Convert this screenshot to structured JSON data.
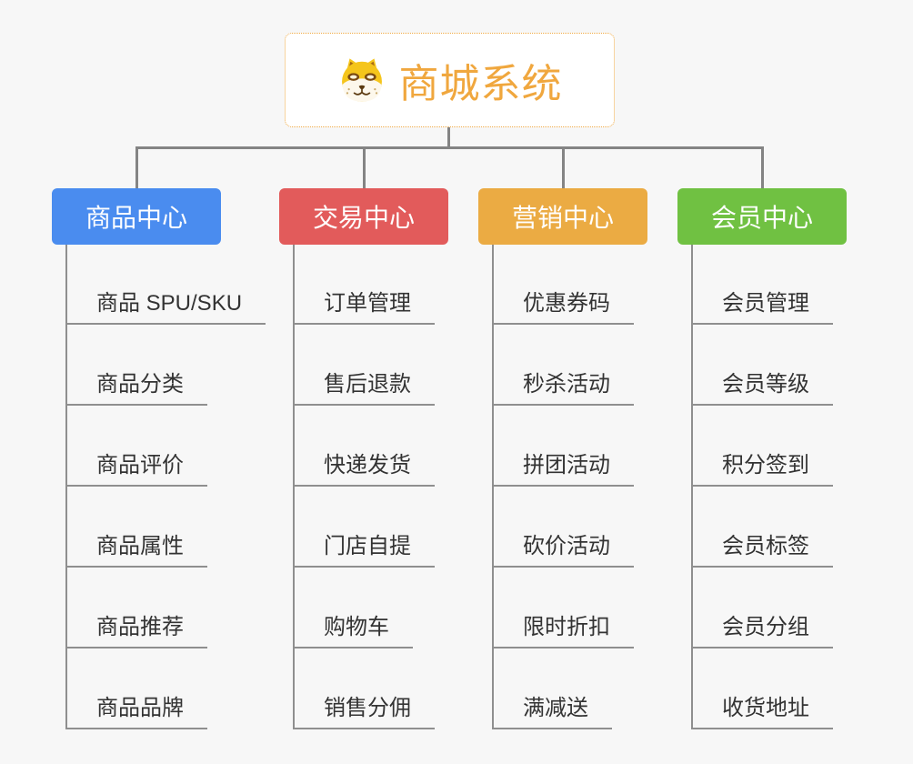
{
  "page": {
    "background": "#f7f7f7"
  },
  "colors": {
    "connector": "#848484",
    "child_underline": "#8f8f8f",
    "root_border": "#f0a840",
    "root_text": "#f0a73e"
  },
  "root": {
    "title": "商城系统",
    "icon": "dog-face-icon"
  },
  "branches": [
    {
      "label": "商品中心",
      "color": "#4a8cef",
      "children": [
        "商品 SPU/SKU",
        "商品分类",
        "商品评价",
        "商品属性",
        "商品推荐",
        "商品品牌"
      ]
    },
    {
      "label": "交易中心",
      "color": "#e25b5b",
      "children": [
        "订单管理",
        "售后退款",
        "快递发货",
        "门店自提",
        "购物车",
        "销售分佣"
      ]
    },
    {
      "label": "营销中心",
      "color": "#ebab43",
      "children": [
        "优惠券码",
        "秒杀活动",
        "拼团活动",
        "砍价活动",
        "限时折扣",
        "满减送"
      ]
    },
    {
      "label": "会员中心",
      "color": "#70c142",
      "children": [
        "会员管理",
        "会员等级",
        "积分签到",
        "会员标签",
        "会员分组",
        "收货地址"
      ]
    }
  ]
}
